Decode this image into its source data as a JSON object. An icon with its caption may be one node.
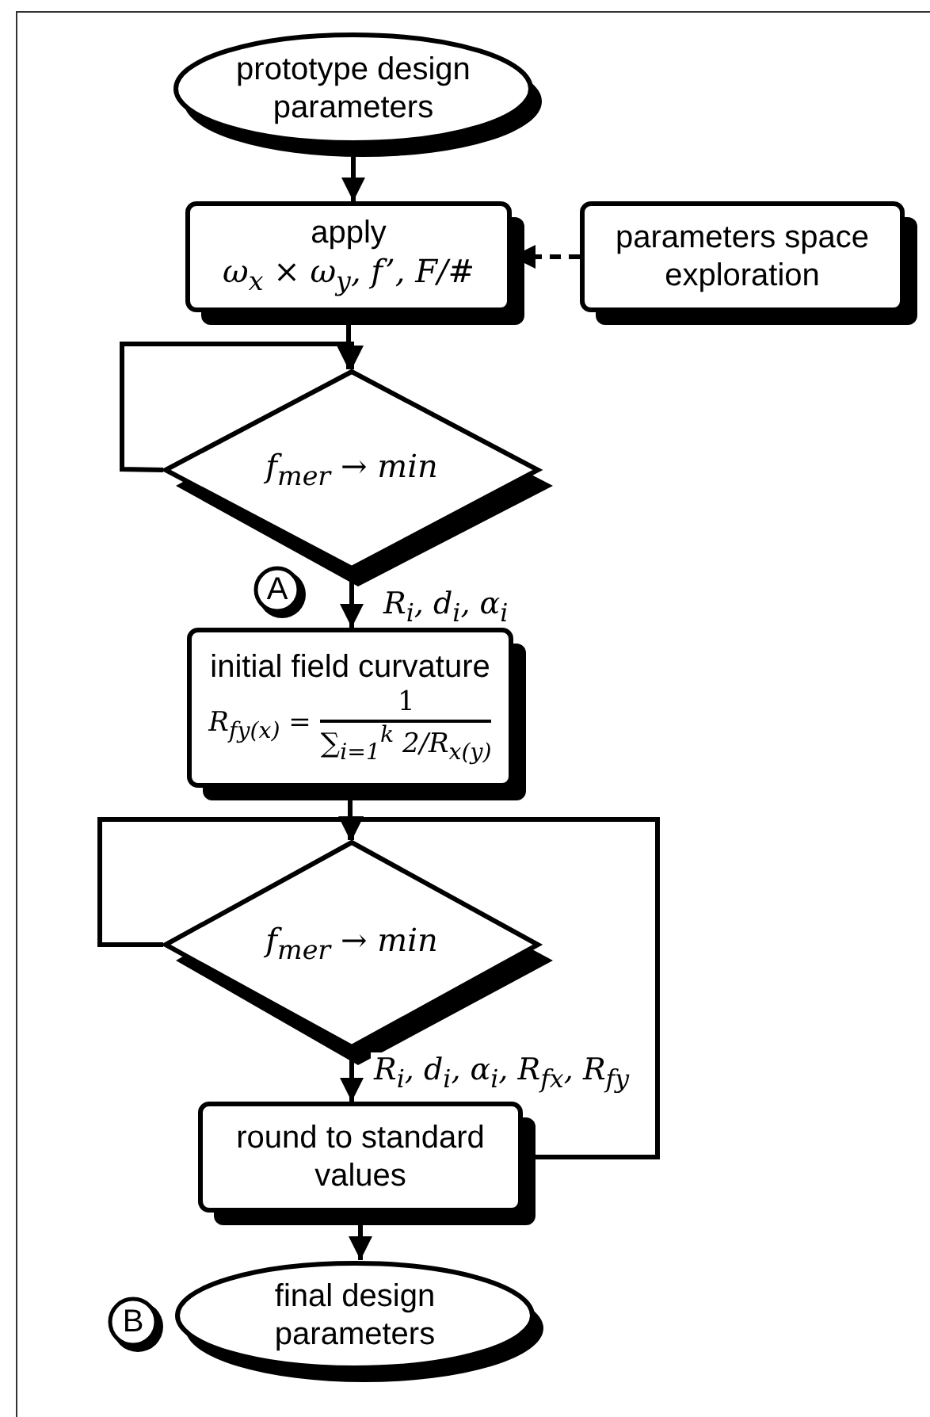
{
  "diagram": {
    "nodes": [
      {
        "text": [
          "prototype design parameters"
        ]
      },
      {
        "text": [
          "apply",
          "ω$_{x}$ × ω$_{y}$, f’, F/#"
        ]
      },
      {
        "text": [
          "parameters space exploration"
        ]
      },
      {
        "text": [
          "f$_{mer}$ → min"
        ]
      },
      {
        "text": [
          "A"
        ]
      },
      {
        "text": [
          "initial field curvature",
          "R$_{fy(x)}$ =",
          "1",
          "∑$_{i=1}$$^{k}$ 2/R$_{x(y)}$"
        ]
      },
      {
        "text": [
          "f$_{mer}$ → min"
        ]
      },
      {
        "text": [
          "round to standard values"
        ]
      },
      {
        "text": [
          "B"
        ]
      },
      {
        "text": [
          "final design parameters"
        ]
      }
    ],
    "edges": [
      {
        "from": 0,
        "to": 1,
        "arrow": "to"
      },
      {
        "from": 2,
        "to": 1,
        "arrow": "to",
        "style": "dashed"
      },
      {
        "from": 1,
        "to": 3,
        "arrow": "to"
      },
      {
        "from": 3,
        "to": 3,
        "arrow": "to"
      },
      {
        "from": 3,
        "to": 5,
        "arrow": "to",
        "label": "R$_{i}$, d$_{i}$, α$_{i}$"
      },
      {
        "from": 5,
        "to": 6,
        "arrow": "to"
      },
      {
        "from": 6,
        "to": 6,
        "arrow": "to"
      },
      {
        "from": 6,
        "to": 7,
        "arrow": "to",
        "label": "R$_{i}$, d$_{i}$, α$_{i}$, R$_{fx}$, R$_{fy}$"
      },
      {
        "from": 7,
        "to": 6,
        "arrow": "to"
      },
      {
        "from": 7,
        "to": 9,
        "arrow": "to"
      }
    ]
  }
}
